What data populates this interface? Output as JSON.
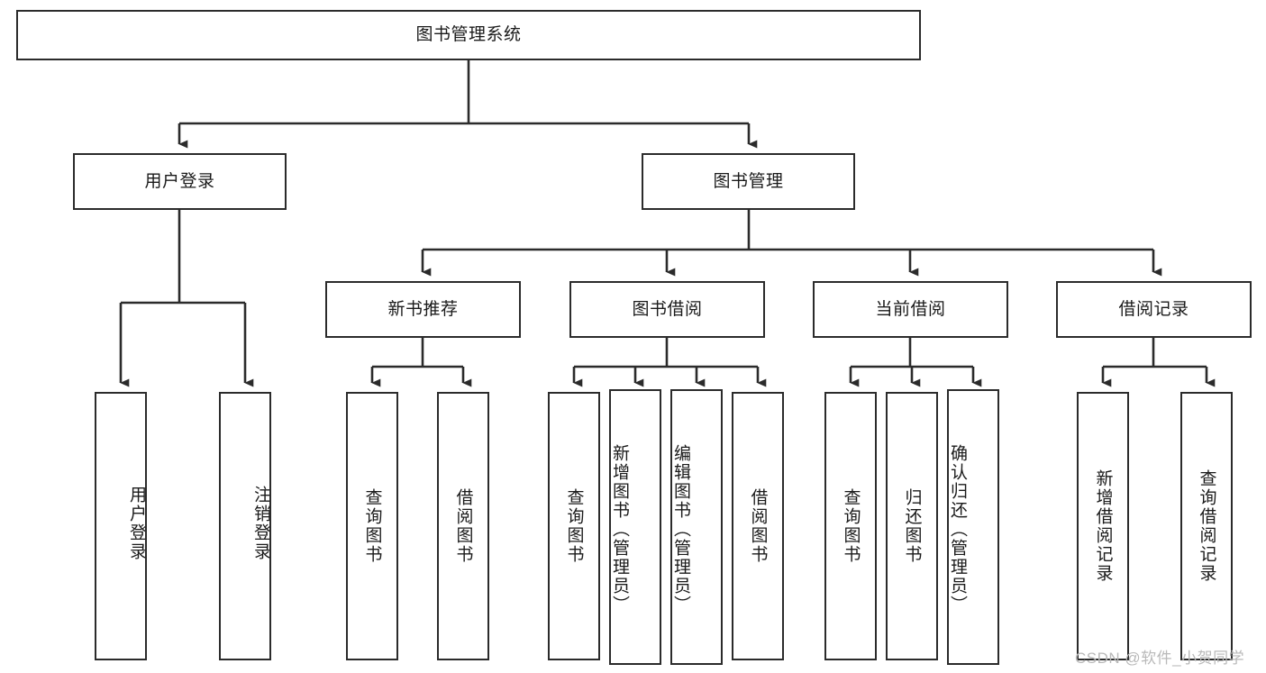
{
  "diagram": {
    "title": "图书管理系统",
    "type": "tree",
    "style": {
      "box_border_color": "#2b2b2b",
      "box_fill_color": "#ffffff",
      "connector_color": "#2b2b2b",
      "text_color": "#1a1a1a",
      "background_color": "#ffffff",
      "watermark_color": "#b9b9b9"
    },
    "levels": [
      {
        "level": 1,
        "nodes": [
          {
            "id": "root",
            "label": "图书管理系统",
            "orientation": "horizontal"
          }
        ]
      },
      {
        "level": 2,
        "nodes": [
          {
            "id": "login",
            "label": "用户登录",
            "orientation": "horizontal",
            "parent": "root"
          },
          {
            "id": "bookmgmt",
            "label": "图书管理",
            "orientation": "horizontal",
            "parent": "root"
          }
        ]
      },
      {
        "level": 3,
        "nodes": [
          {
            "id": "newbook",
            "label": "新书推荐",
            "orientation": "horizontal",
            "parent": "bookmgmt"
          },
          {
            "id": "borrow",
            "label": "图书借阅",
            "orientation": "horizontal",
            "parent": "bookmgmt"
          },
          {
            "id": "current",
            "label": "当前借阅",
            "orientation": "horizontal",
            "parent": "bookmgmt"
          },
          {
            "id": "records",
            "label": "借阅记录",
            "orientation": "horizontal",
            "parent": "bookmgmt"
          }
        ]
      },
      {
        "level": 4,
        "nodes": [
          {
            "id": "leaf-1",
            "label": "用户登录",
            "orientation": "vertical",
            "parent": "login"
          },
          {
            "id": "leaf-2",
            "label": "注销登录",
            "orientation": "vertical",
            "parent": "login"
          },
          {
            "id": "leaf-3",
            "label": "查询图书",
            "orientation": "vertical",
            "parent": "newbook"
          },
          {
            "id": "leaf-4",
            "label": "借阅图书",
            "orientation": "vertical",
            "parent": "newbook"
          },
          {
            "id": "leaf-5",
            "label": "查询图书",
            "orientation": "vertical",
            "parent": "borrow"
          },
          {
            "id": "leaf-6",
            "label": "新增图书（管理员）",
            "orientation": "vertical",
            "parent": "borrow"
          },
          {
            "id": "leaf-7",
            "label": "编辑图书（管理员）",
            "orientation": "vertical",
            "parent": "borrow"
          },
          {
            "id": "leaf-8",
            "label": "借阅图书",
            "orientation": "vertical",
            "parent": "borrow"
          },
          {
            "id": "leaf-9",
            "label": "查询图书",
            "orientation": "vertical",
            "parent": "current"
          },
          {
            "id": "leaf-10",
            "label": "归还图书",
            "orientation": "vertical",
            "parent": "current"
          },
          {
            "id": "leaf-11",
            "label": "确认归还（管理员）",
            "orientation": "vertical",
            "parent": "current"
          },
          {
            "id": "leaf-12",
            "label": "新增借阅记录",
            "orientation": "vertical",
            "parent": "records"
          },
          {
            "id": "leaf-13",
            "label": "查询借阅记录",
            "orientation": "vertical",
            "parent": "records"
          }
        ]
      }
    ],
    "watermark": "CSDN @软件_小贺同学"
  }
}
